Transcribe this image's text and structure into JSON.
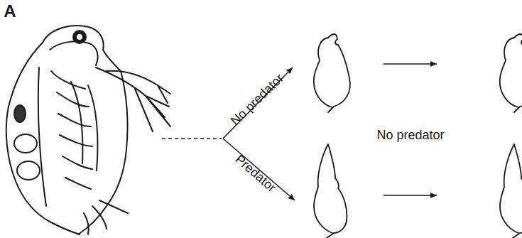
{
  "diagram": {
    "labels": [
      "A",
      "No predator",
      "Predator",
      "No predator"
    ]
  }
}
